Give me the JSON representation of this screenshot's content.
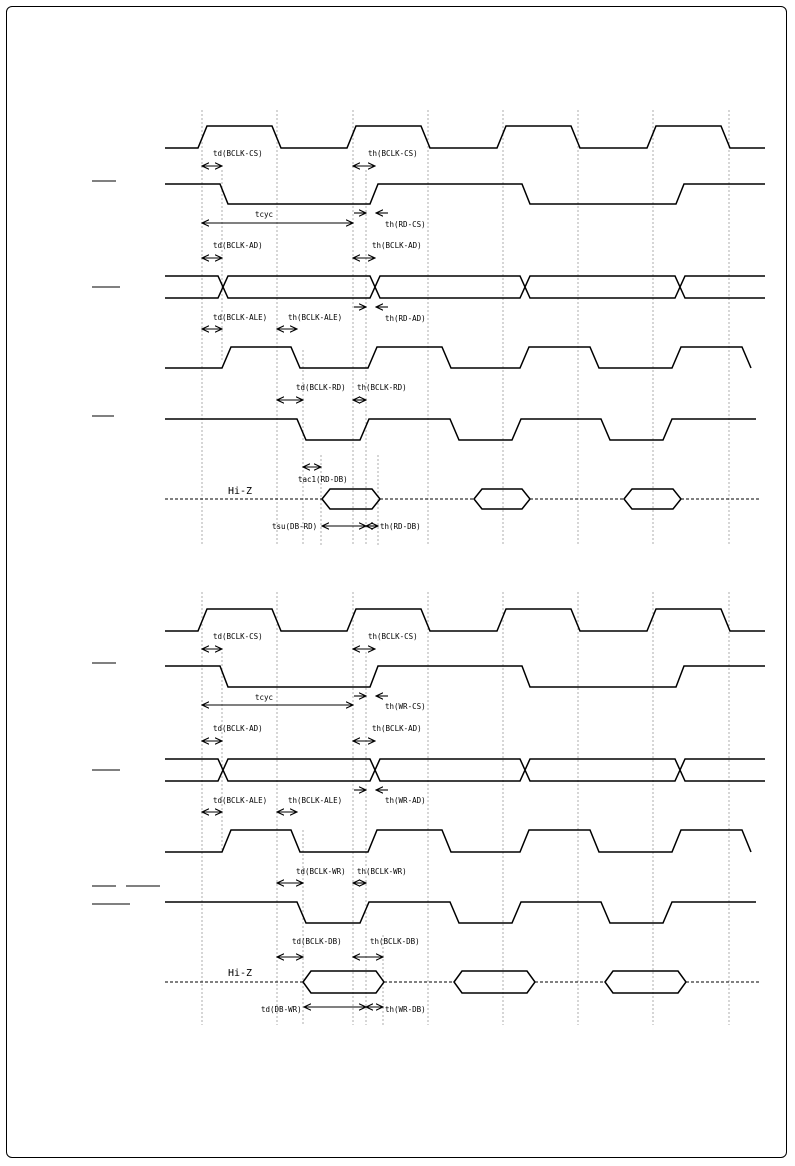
{
  "hiz_label": "Hi-Z",
  "read_cycle": {
    "td_bclk_cs": "td(BCLK-CS)",
    "th_bclk_cs": "th(BCLK-CS)",
    "tcyc": "tcyc",
    "th_rd_cs": "th(RD-CS)",
    "td_bclk_ad": "td(BCLK-AD)",
    "th_bclk_ad": "th(BCLK-AD)",
    "td_bclk_ale": "td(BCLK-ALE)",
    "th_bclk_ale": "th(BCLK-ALE)",
    "th_rd_ad": "th(RD-AD)",
    "td_bclk_rd": "td(BCLK-RD)",
    "th_bclk_rd": "th(BCLK-RD)",
    "tac1_rd_db": "tac1(RD-DB)",
    "tsu_db_rd": "tsu(DB-RD)",
    "th_rd_db": "th(RD-DB)"
  },
  "write_cycle": {
    "td_bclk_cs": "td(BCLK-CS)",
    "th_bclk_cs": "th(BCLK-CS)",
    "tcyc": "tcyc",
    "th_wr_cs": "th(WR-CS)",
    "td_bclk_ad": "td(BCLK-AD)",
    "th_bclk_ad": "th(BCLK-AD)",
    "td_bclk_ale": "td(BCLK-ALE)",
    "th_bclk_ale": "th(BCLK-ALE)",
    "th_wr_ad": "th(WR-AD)",
    "td_bclk_wr": "td(BCLK-WR)",
    "th_bclk_wr": "th(BCLK-WR)",
    "td_bclk_db": "td(BCLK-DB)",
    "th_bclk_db": "th(BCLK-DB)",
    "td_db_wr": "td(DB-WR)",
    "th_wr_db": "th(WR-DB)"
  }
}
